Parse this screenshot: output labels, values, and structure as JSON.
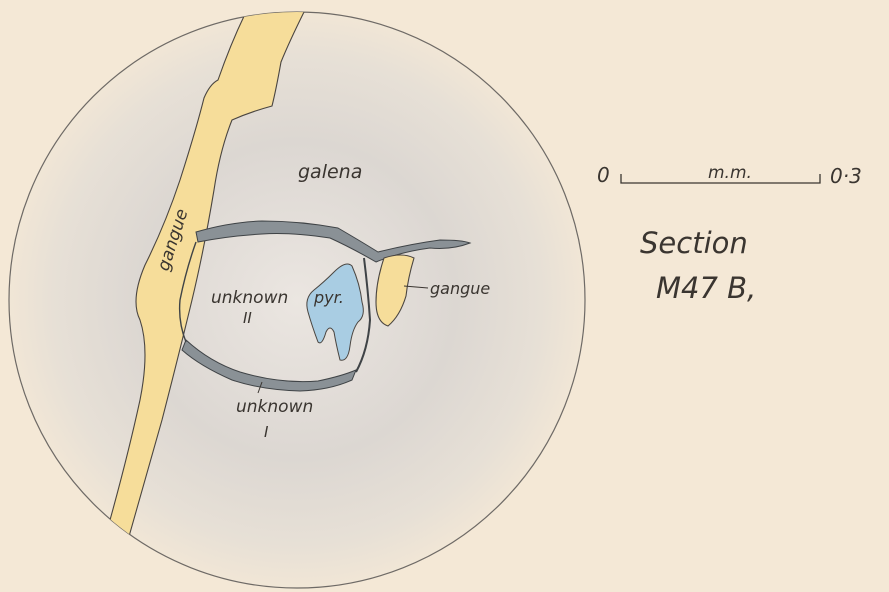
{
  "labels": {
    "galena": "galena",
    "gangue_vein": "gangue",
    "gangue_grain": "gangue",
    "unknown_ii_word": "unknown",
    "unknown_ii_numeral": "II",
    "unknown_i_word": "unknown",
    "unknown_i_numeral": "I",
    "pyrite": "pyr."
  },
  "scale_bar": {
    "start": "0",
    "unit": "m.m.",
    "end": "0·3"
  },
  "section": {
    "line1": "Section",
    "line2": "M47 B,"
  },
  "colors": {
    "paper": "#f4e8d6",
    "galena": "#d9d4cf",
    "gangue": "#f6dd9a",
    "pyrite": "#a9cde3",
    "unknown_rim": "#8a9196",
    "ink": "#3a3530"
  }
}
